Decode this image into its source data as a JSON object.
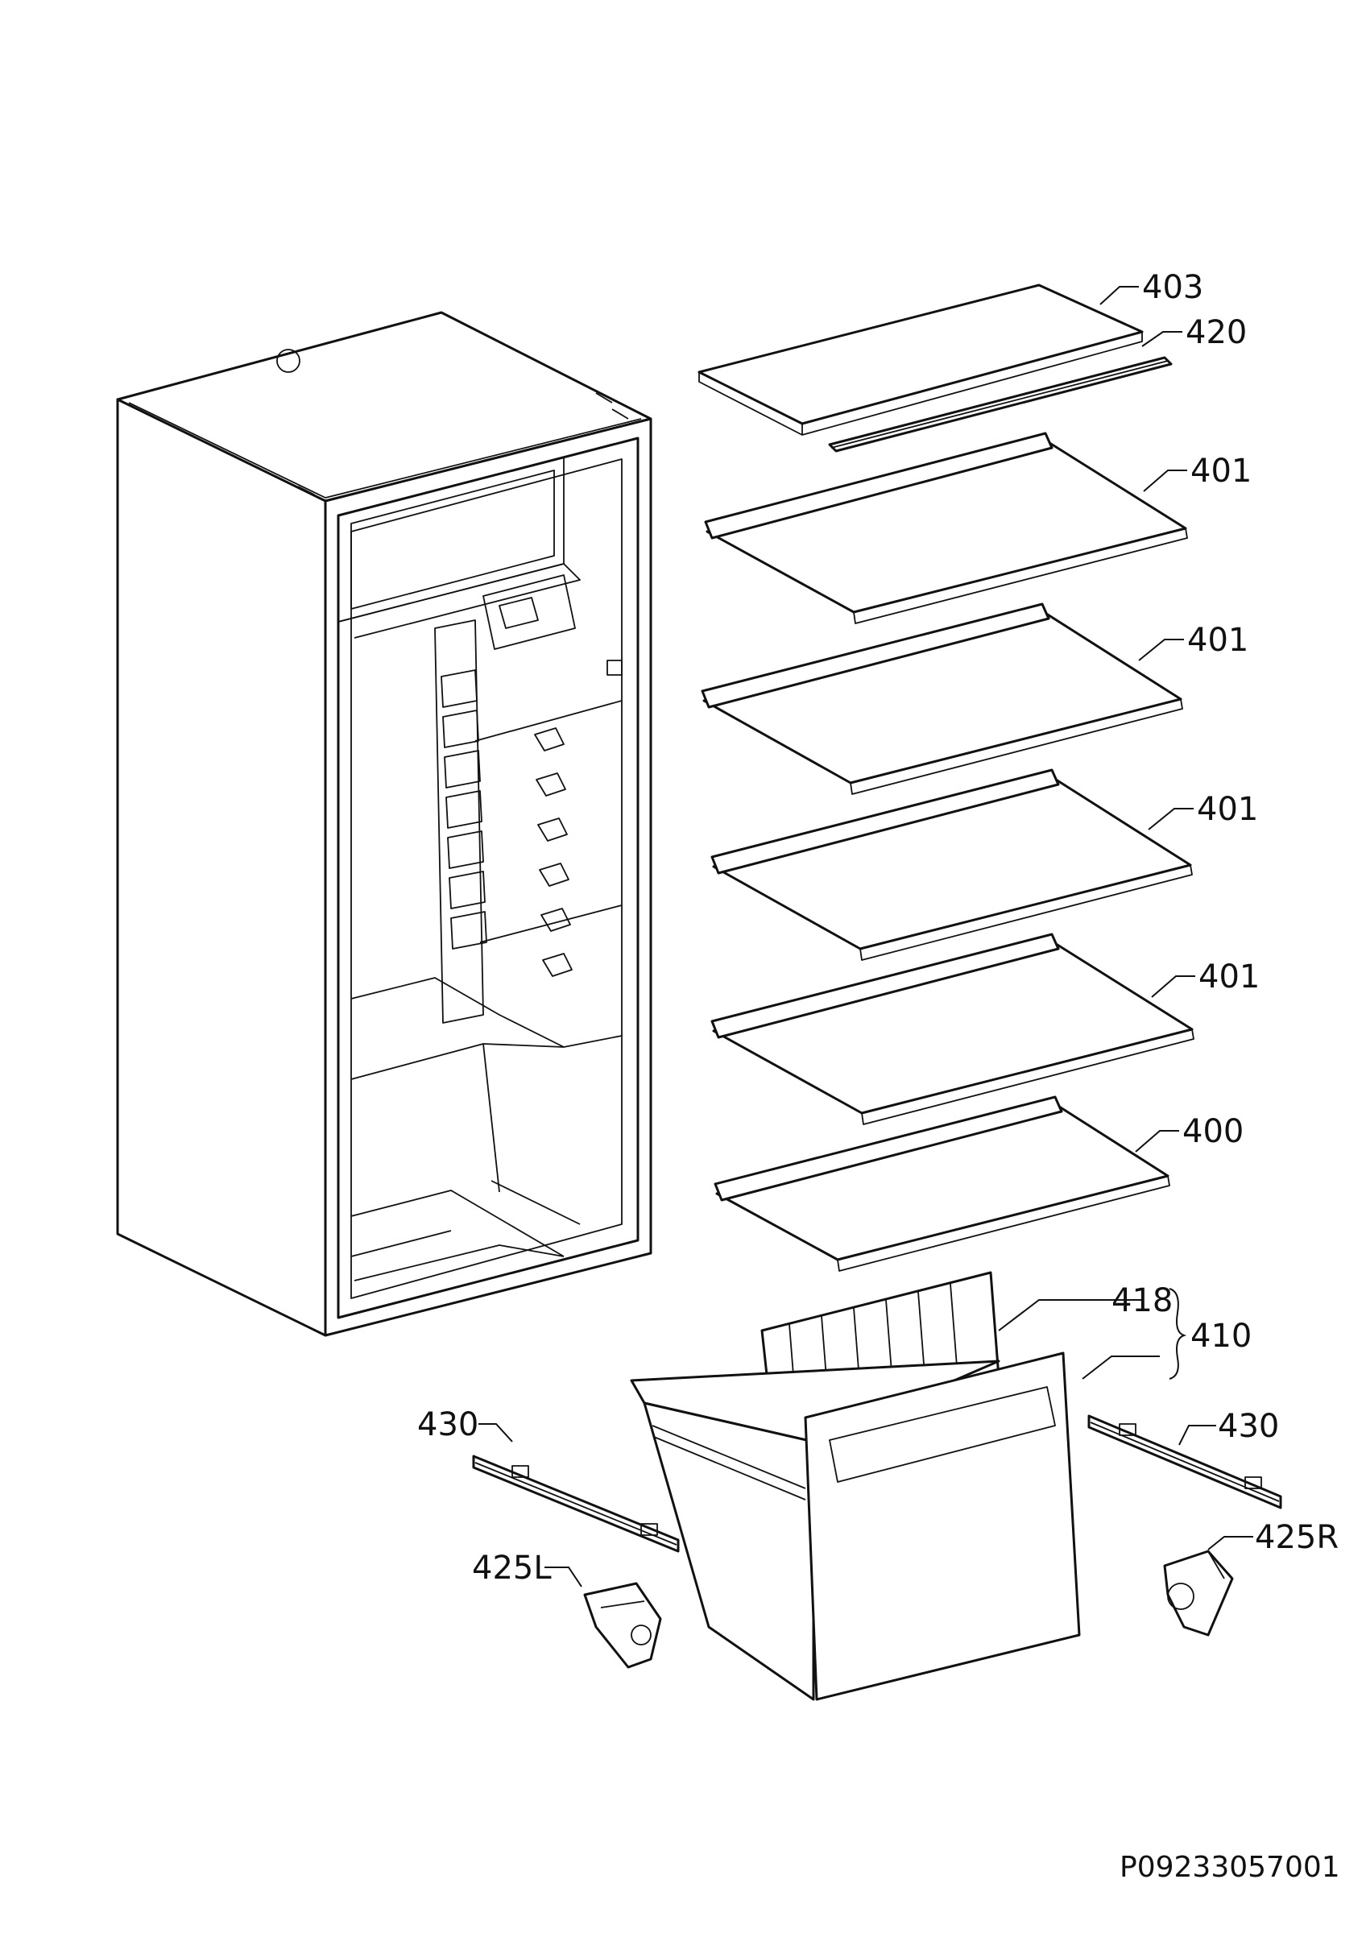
{
  "drawing_code": "P09233057001",
  "callouts": {
    "p403": "403",
    "p420": "420",
    "p401_a": "401",
    "p401_b": "401",
    "p401_c": "401",
    "p401_d": "401",
    "p400": "400",
    "p418": "418",
    "p410": "410",
    "p430_left": "430",
    "p430_right": "430",
    "p425L": "425L",
    "p425R": "425R"
  }
}
